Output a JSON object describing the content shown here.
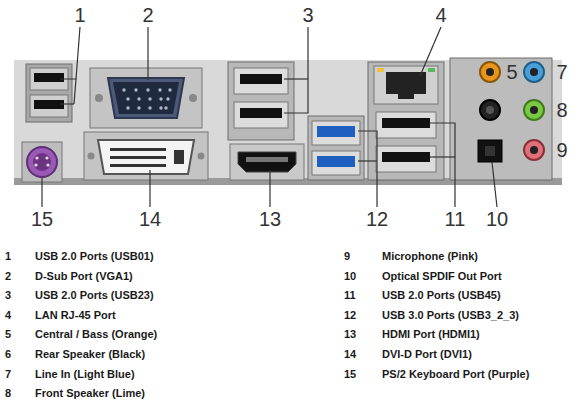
{
  "diagram": {
    "labels": [
      "1",
      "2",
      "3",
      "4",
      "5",
      "7",
      "8",
      "9",
      "15",
      "14",
      "13",
      "12",
      "11",
      "10",
      "1",
      "USB 2.0 Ports (USB01)",
      "2",
      "D-Sub Port (VGA1)",
      "3",
      "USB 2.0 Ports (USB23)",
      "4",
      "LAN RJ-45 Port",
      "5",
      "Central / Bass (Orange)",
      "6",
      "Rear Speaker (Black)",
      "7",
      "Line In (Light Blue)",
      "8",
      "Front Speaker (Lime)",
      "9",
      "Microphone (Pink)",
      "10",
      "Optical SPDIF Out Port",
      "11",
      "USB 2.0 Ports (USB45)",
      "12",
      "USB 3.0 Ports (USB3_2_3)",
      "13",
      "HDMI Port (HDMI1)",
      "14",
      "DVI-D Port (DVI1)",
      "15",
      "PS/2 Keyboard Port (Purple)"
    ]
  }
}
